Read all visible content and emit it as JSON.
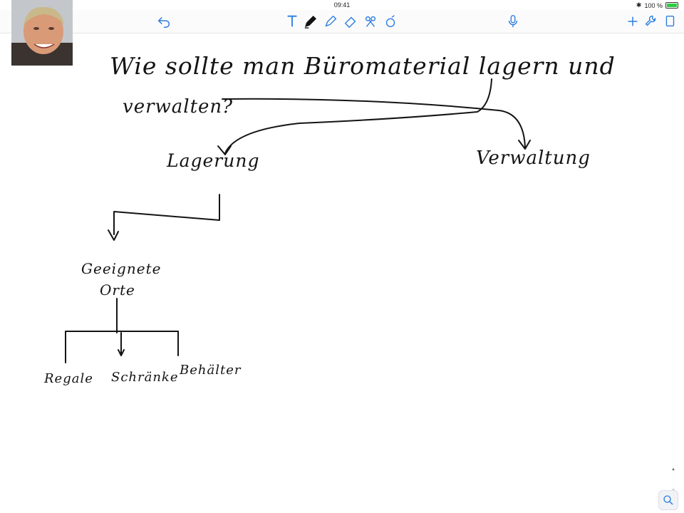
{
  "status_bar": {
    "time": "09:41",
    "battery": "100 %"
  },
  "toolbar": {
    "left": [
      {
        "icon": "undo-icon"
      }
    ],
    "tools": [
      {
        "icon": "text-tool-icon"
      },
      {
        "icon": "pen-tool-icon"
      },
      {
        "icon": "highlighter-tool-icon"
      },
      {
        "icon": "eraser-tool-icon"
      },
      {
        "icon": "lasso-tool-icon"
      },
      {
        "icon": "shapes-tool-icon"
      }
    ],
    "center": [
      {
        "icon": "microphone-icon"
      }
    ],
    "right": [
      {
        "icon": "add-icon"
      },
      {
        "icon": "settings-icon"
      },
      {
        "icon": "pages-icon"
      }
    ]
  },
  "notes": {
    "question_line1": "Wie sollte man Büromaterial lagern und",
    "question_line2": "verwalten?",
    "branch_left": "Lagerung",
    "branch_right": "Verwaltung",
    "sub_node_line1": "Geeignete",
    "sub_node_line2": "Orte",
    "leaves": [
      "Regale",
      "Schränke",
      "Behälter"
    ]
  },
  "colors": {
    "ink": "#141414",
    "page": "#ffffff",
    "accent": "#2a7de1"
  }
}
